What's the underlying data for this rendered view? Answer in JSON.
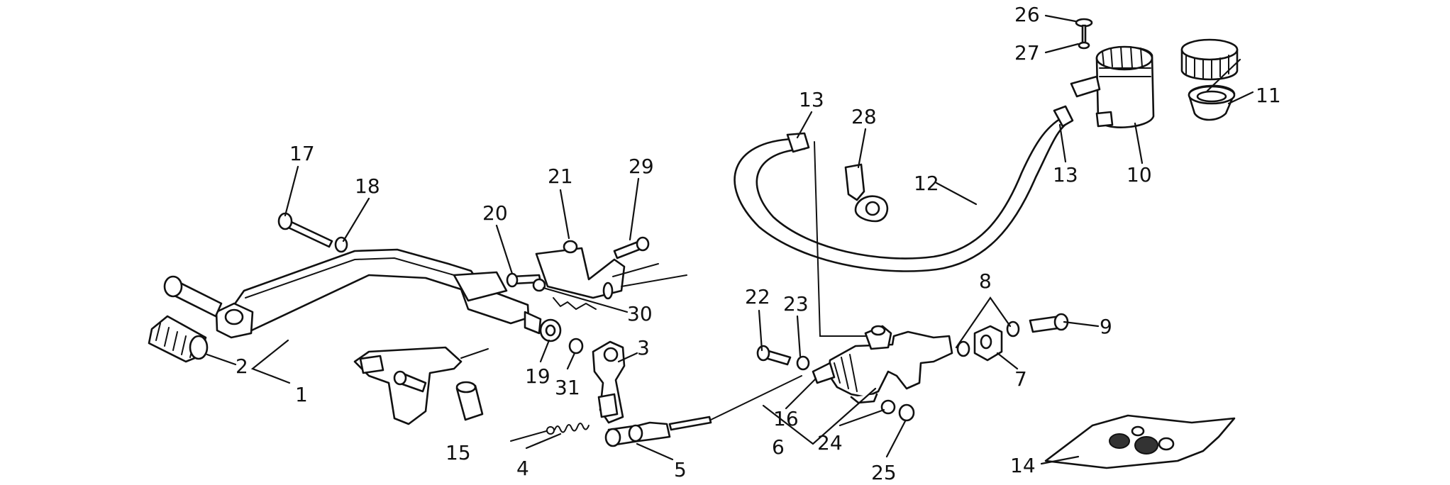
{
  "callouts": [
    {
      "id": "1",
      "label": "1"
    },
    {
      "id": "2",
      "label": "2"
    },
    {
      "id": "3",
      "label": "3"
    },
    {
      "id": "4",
      "label": "4"
    },
    {
      "id": "5",
      "label": "5"
    },
    {
      "id": "6",
      "label": "6"
    },
    {
      "id": "7",
      "label": "7"
    },
    {
      "id": "8",
      "label": "8"
    },
    {
      "id": "9",
      "label": "9"
    },
    {
      "id": "10",
      "label": "10"
    },
    {
      "id": "11",
      "label": "11"
    },
    {
      "id": "12",
      "label": "12"
    },
    {
      "id": "13a",
      "label": "13"
    },
    {
      "id": "13b",
      "label": "13"
    },
    {
      "id": "14",
      "label": "14"
    },
    {
      "id": "15",
      "label": "15"
    },
    {
      "id": "16",
      "label": "16"
    },
    {
      "id": "17",
      "label": "17"
    },
    {
      "id": "18",
      "label": "18"
    },
    {
      "id": "19",
      "label": "19"
    },
    {
      "id": "20",
      "label": "20"
    },
    {
      "id": "21",
      "label": "21"
    },
    {
      "id": "22",
      "label": "22"
    },
    {
      "id": "23",
      "label": "23"
    },
    {
      "id": "24",
      "label": "24"
    },
    {
      "id": "25",
      "label": "25"
    },
    {
      "id": "26",
      "label": "26"
    },
    {
      "id": "27",
      "label": "27"
    },
    {
      "id": "28",
      "label": "28"
    },
    {
      "id": "29",
      "label": "29"
    },
    {
      "id": "30",
      "label": "30"
    },
    {
      "id": "31",
      "label": "31"
    }
  ]
}
